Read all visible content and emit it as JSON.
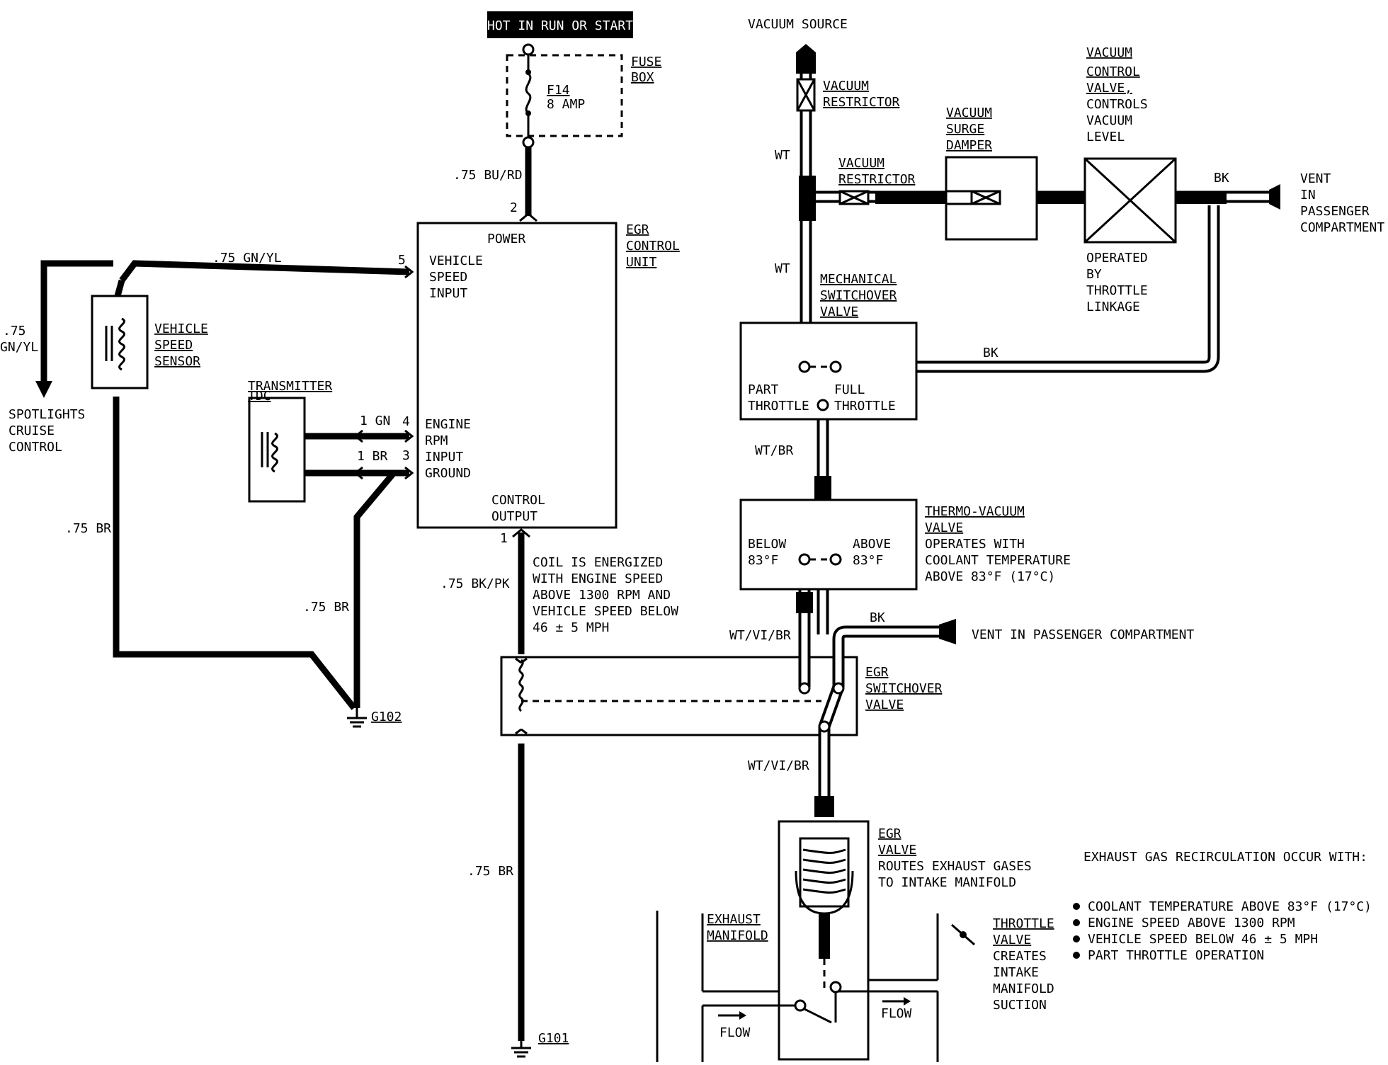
{
  "power": {
    "hot_label": "HOT IN RUN OR START",
    "fuse_box": [
      "FUSE",
      "BOX"
    ],
    "fuse": [
      "F14",
      "8 AMP"
    ],
    "wire_label": ".75 BU/RD",
    "pin": "2"
  },
  "egr_control_unit": {
    "title": [
      "EGR",
      "CONTROL",
      "UNIT"
    ],
    "power": "POWER",
    "vehicle_speed_input": [
      "VEHICLE",
      "SPEED",
      "INPUT"
    ],
    "engine_rpm_input": [
      "ENGINE",
      "RPM",
      "INPUT",
      "GROUND"
    ],
    "control_output": [
      "CONTROL",
      "OUTPUT"
    ],
    "pin_5": "5",
    "pin_4": "4",
    "pin_3": "3",
    "pin_1": "1"
  },
  "vehicle_speed": {
    "wire_gnyl": ".75 GN/YL",
    "wire_gnyl_left": [
      ".75",
      "GN/YL"
    ],
    "sensor": [
      "VEHICLE",
      "SPEED",
      "SENSOR"
    ],
    "spotlights": [
      "SPOTLIGHTS",
      "CRUISE",
      "CONTROL"
    ],
    "wire_br": ".75 BR"
  },
  "tdc": {
    "title": [
      "TDC",
      "TRANSMITTER"
    ],
    "wire_gn": "1 GN",
    "wire_br": "1 BR",
    "ground_wire": ".75 BR",
    "ground": "G102"
  },
  "output_circuit": {
    "wire": ".75 BK/PK",
    "note": [
      "COIL IS ENERGIZED",
      "WITH ENGINE SPEED",
      "ABOVE 1300 RPM AND",
      "VEHICLE SPEED BELOW",
      "46 ± 5 MPH"
    ],
    "ground_wire": ".75 BR",
    "ground": "G101"
  },
  "vacuum": {
    "source": "VACUUM SOURCE",
    "restrictor_top": [
      "VACUUM",
      "RESTRICTOR"
    ],
    "restrictor_mid": [
      "VACUUM",
      "RESTRICTOR"
    ],
    "surge_damper": [
      "VACUUM",
      "SURGE",
      "DAMPER"
    ],
    "control_valve": [
      "VACUUM",
      "CONTROL",
      "VALVE,",
      "CONTROLS",
      "VACUUM",
      "LEVEL"
    ],
    "operated_by": [
      "OPERATED",
      "BY",
      "THROTTLE",
      "LINKAGE"
    ],
    "vent_top": [
      "VENT",
      "IN",
      "PASSENGER",
      "COMPARTMENT"
    ],
    "wt_1": "WT",
    "wt_2": "WT",
    "bk_1": "BK",
    "bk_2": "BK",
    "bk_3": "BK",
    "wtbr": "WT/BR",
    "wtvibr_1": "WT/VI/BR",
    "wtvibr_2": "WT/VI/BR",
    "vent_mid": "VENT IN PASSENGER COMPARTMENT"
  },
  "mech_switchover": {
    "title": [
      "MECHANICAL",
      "SWITCHOVER",
      "VALVE"
    ],
    "part": [
      "PART",
      "THROTTLE"
    ],
    "full": [
      "FULL",
      "THROTTLE"
    ]
  },
  "thermo": {
    "title": [
      "THERMO-VACUUM",
      "VALVE"
    ],
    "desc": [
      "OPERATES WITH",
      "COOLANT TEMPERATURE",
      "ABOVE 83°F (17°C)"
    ],
    "below": [
      "BELOW",
      "83°F"
    ],
    "above": [
      "ABOVE",
      "83°F"
    ]
  },
  "egr_switchover": {
    "title": [
      "EGR",
      "SWITCHOVER",
      "VALVE"
    ]
  },
  "egr_valve": {
    "title": [
      "EGR",
      "VALVE"
    ],
    "desc": [
      "ROUTES EXHAUST GASES",
      "TO INTAKE MANIFOLD"
    ],
    "exhaust": [
      "EXHAUST",
      "MANIFOLD"
    ],
    "throttle": [
      "THROTTLE",
      "VALVE"
    ],
    "throttle_desc": [
      "CREATES",
      "INTAKE",
      "MANIFOLD",
      "SUCTION"
    ],
    "flow_1": "FLOW",
    "flow_2": "FLOW"
  },
  "conditions": {
    "title": "EXHAUST GAS RECIRCULATION OCCUR WITH:",
    "items": [
      "COOLANT TEMPERATURE ABOVE 83°F (17°C)",
      "ENGINE SPEED ABOVE 1300 RPM",
      "VEHICLE SPEED BELOW 46 ± 5 MPH",
      "PART THROTTLE OPERATION"
    ]
  }
}
